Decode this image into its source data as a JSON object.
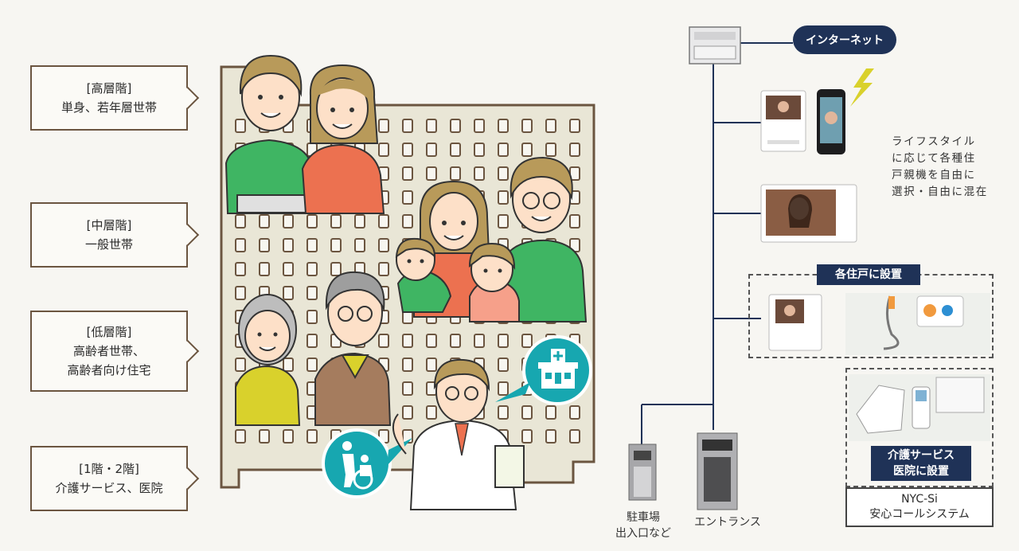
{
  "floors": [
    {
      "bracket": "[高層階]",
      "desc": "単身、若年層世帯"
    },
    {
      "bracket": "[中層階]",
      "desc": "一般世帯"
    },
    {
      "bracket": "[低層階]",
      "desc": "高齢者世帯、",
      "desc2": "高齢者向け住宅"
    },
    {
      "bracket": "[1階・2階]",
      "desc": "介護サービス、医院"
    }
  ],
  "network": {
    "internet_label": "インターネット",
    "lifestyle_note": [
      "ライフスタイル",
      "に応じて各種住",
      "戸親機を自由に",
      "選択・自由に混在"
    ],
    "each_unit_label": "各住戸に設置",
    "care_label_1": "介護サービス",
    "care_label_2": "医院に設置",
    "nyc_title": "NYC-Si",
    "nyc_subtitle": "安心コールシステム",
    "parking_label_1": "駐車場",
    "parking_label_2": "出入口など",
    "entrance_label": "エントランス"
  },
  "colors": {
    "navy": "#1f3257",
    "frame": "#6b5540",
    "building": "#e9e6d6",
    "green": "#3fb563",
    "orange": "#ec7150",
    "yellow": "#d9d12c",
    "brown": "#a57c5e",
    "hair": "#b89a5a",
    "teal": "#17a7b0"
  }
}
